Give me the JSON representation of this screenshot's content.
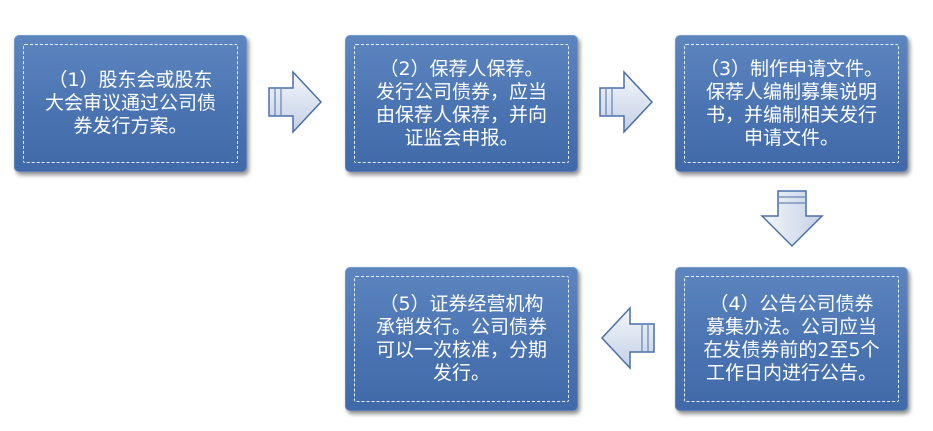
{
  "steps": [
    {
      "text": "（1）股东会或股东\n大会审议通过公司债\n券发行方案。"
    },
    {
      "text": "（2）保荐人保荐。\n发行公司债券，应当\n由保荐人保荐，并向\n证监会申报。"
    },
    {
      "text": "（3）制作申请文件。\n保荐人编制募集说明\n书，并编制相关发行\n申请文件。"
    },
    {
      "text": "（4）公告公司债券\n募集办法。公司应当\n在发债券前的2至5个\n工作日内进行公告。"
    },
    {
      "text": "（5）证券经营机构\n承销发行。公司债券\n可以一次核准，分期\n发行。"
    }
  ],
  "colors": {
    "box_fill": "#4a74b1",
    "arrow_fill": "#d7dfee",
    "arrow_stroke": "#4a6fa8"
  }
}
